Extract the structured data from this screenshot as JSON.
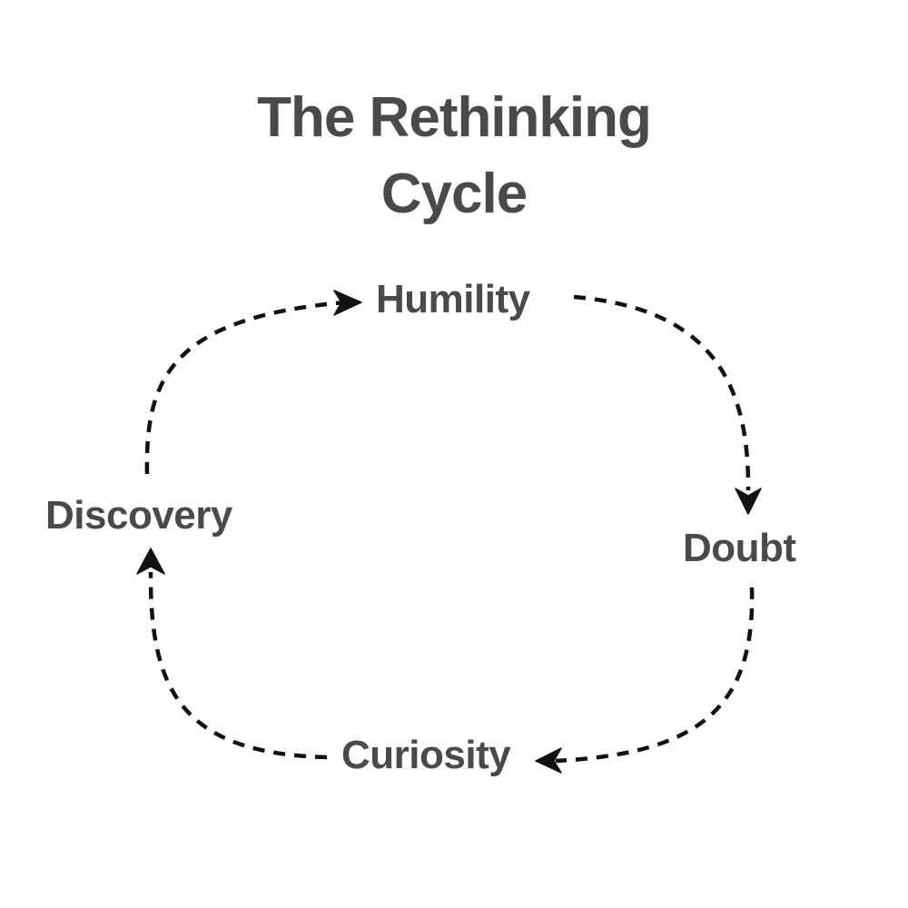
{
  "title": {
    "line1": "The Rethinking",
    "line2": "Cycle"
  },
  "nodes": {
    "humility": "Humility",
    "doubt": "Doubt",
    "curiosity": "Curiosity",
    "discovery": "Discovery"
  },
  "colors": {
    "text": "#4a4a4a",
    "arrows": "#111111",
    "background": "#ffffff"
  }
}
